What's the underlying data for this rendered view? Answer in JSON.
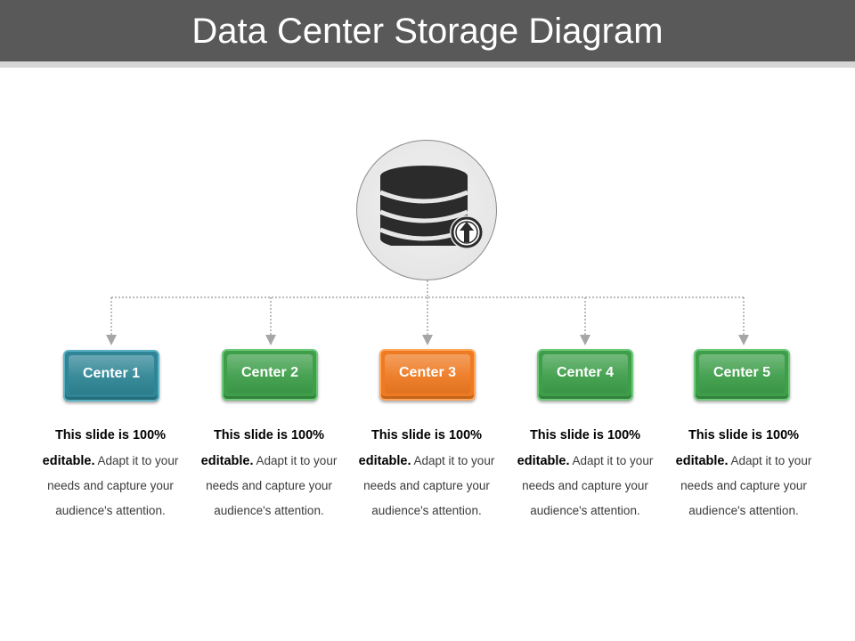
{
  "slide": {
    "title": "Data Center Storage Diagram"
  },
  "hub": {
    "icon": "database-upload-icon"
  },
  "centers": [
    {
      "label": "Center 1",
      "color": "#2f8595",
      "desc_bold": "This slide is 100% editable.",
      "desc_rest": "Adapt it to your needs and capture your audience's attention."
    },
    {
      "label": "Center 2",
      "color": "#3e9e4a",
      "desc_bold": "This slide is 100% editable.",
      "desc_rest": "Adapt it to your needs and capture your audience's attention."
    },
    {
      "label": "Center 3",
      "color": "#ee7a22",
      "desc_bold": "This slide is 100% editable.",
      "desc_rest": "Adapt it to your needs and capture your audience's attention."
    },
    {
      "label": "Center 4",
      "color": "#3e9e4a",
      "desc_bold": "This slide is 100% editable.",
      "desc_rest": "Adapt it to your needs and capture your audience's attention."
    },
    {
      "label": "Center 5",
      "color": "#3e9e4a",
      "desc_bold": "This slide is 100% editable.",
      "desc_rest": "Adapt it to your needs and capture your audience's attention."
    }
  ]
}
